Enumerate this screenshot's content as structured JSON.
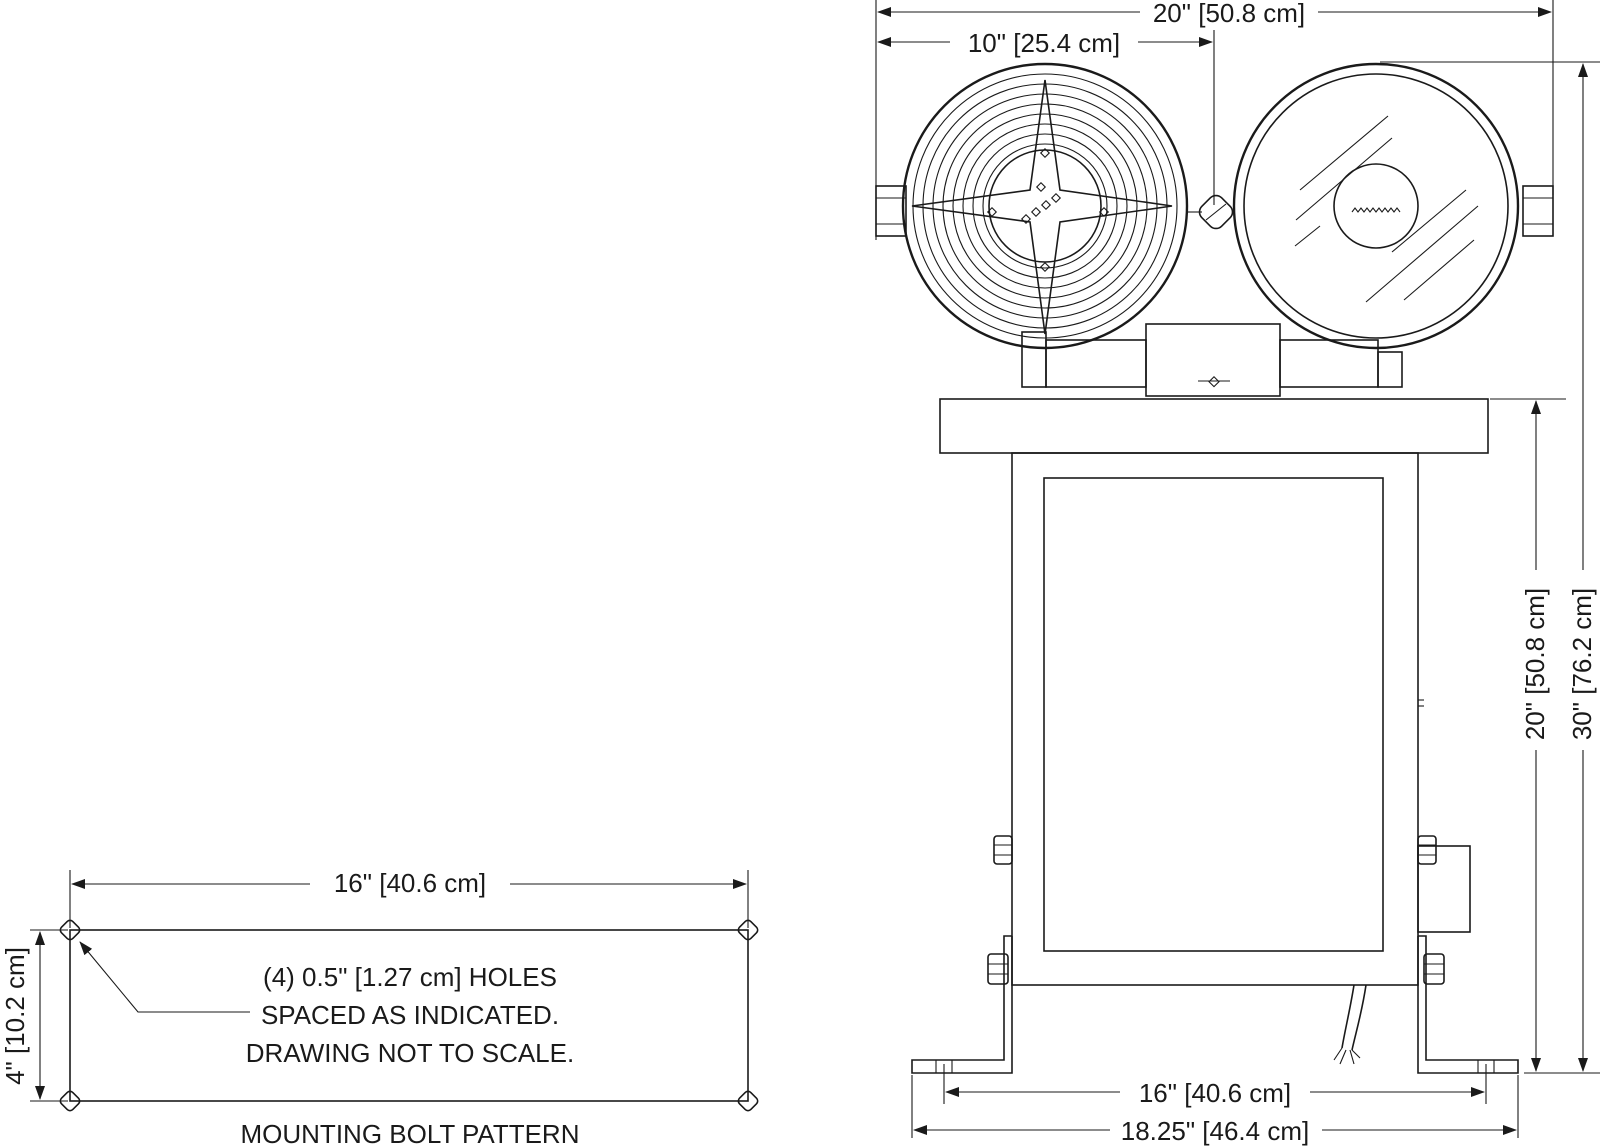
{
  "bolt_pattern": {
    "width_label": "16\" [40.6 cm]",
    "height_label": "4\" [10.2 cm]",
    "note_line1": "(4) 0.5\" [1.27 cm] HOLES",
    "note_line2": "SPACED AS INDICATED.",
    "note_line3": "DRAWING NOT TO SCALE.",
    "title": "MOUNTING BOLT PATTERN"
  },
  "unit_elevation": {
    "overall_width_label": "20\" [50.8 cm]",
    "lamp_width_label": "10\" [25.4 cm]",
    "base_height_label": "20\" [50.8 cm]",
    "overall_height_label": "30\" [76.2 cm]",
    "bolt_spacing_label": "16\" [40.6 cm]",
    "base_width_label": "18.25\" [46.4 cm]"
  }
}
